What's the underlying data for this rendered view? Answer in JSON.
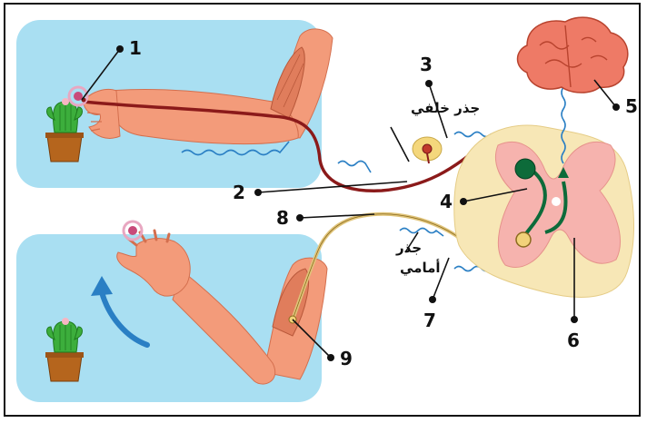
{
  "labels": {
    "n1": "1",
    "n2": "2",
    "n3": "3",
    "n4": "4",
    "n5": "5",
    "n6": "6",
    "n7": "7",
    "n8": "8",
    "n9": "9"
  },
  "roots": {
    "dorsal": "جذر خلفي",
    "ventral_line1": "جذر",
    "ventral_line2": "أمامي"
  },
  "colors": {
    "panel": "#a9dff2",
    "skin": "#f39b7a",
    "sensory_nerve": "#8b1a1a",
    "motor_nerve": "#e0c47a",
    "spinal_white": "#f7e7b6",
    "spinal_gray": "#f6b3ae",
    "interneuron": "#0d6b3a",
    "brain": "#ee7a66",
    "impulse": "#2a7fc4",
    "cactus": "#3cae3c",
    "pot": "#b5651d"
  },
  "icons": [
    "cactus-icon",
    "pain-stimulus-icon",
    "brain-icon",
    "withdrawal-arrow-icon"
  ]
}
